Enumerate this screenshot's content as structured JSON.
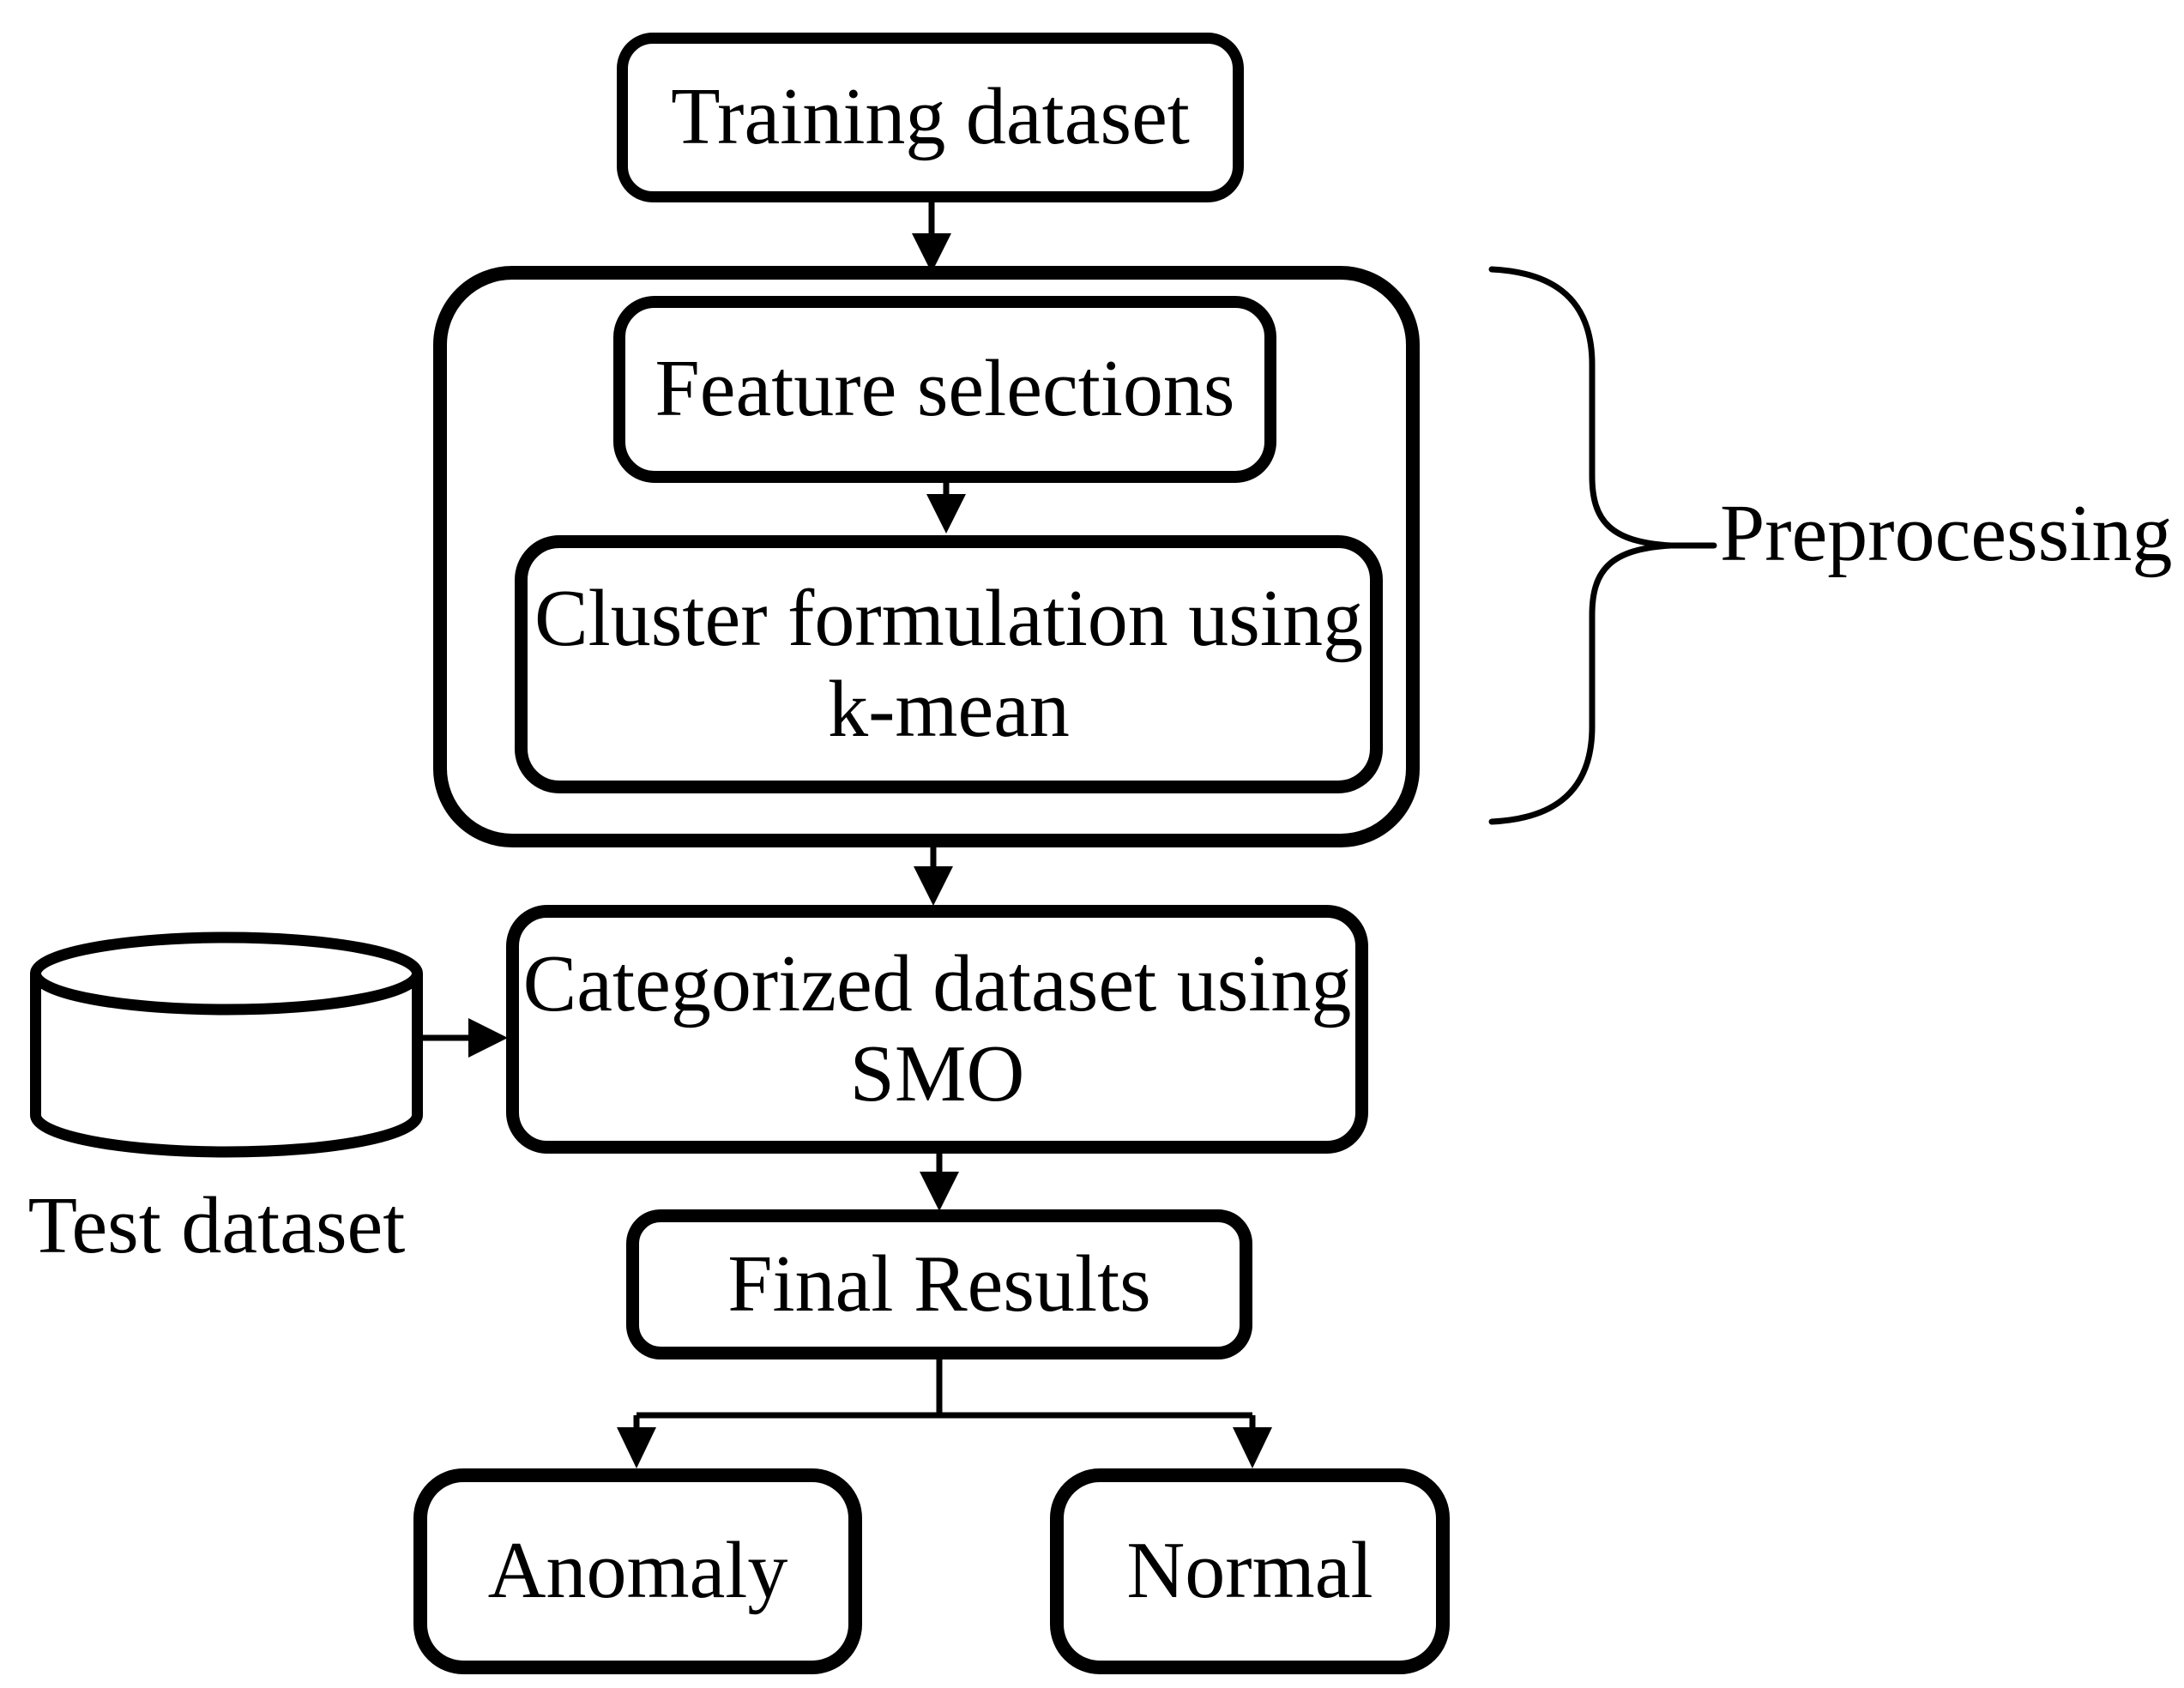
{
  "colors": {
    "background": "#ffffff",
    "ink": "#000000"
  },
  "flowchart": {
    "nodes": {
      "training": {
        "label": "Training dataset"
      },
      "feature": {
        "label": "Feature selections"
      },
      "cluster": {
        "line1": "Cluster formulation using",
        "line2": "k-mean"
      },
      "categorized": {
        "line1": "Categorized dataset using",
        "line2": "SMO"
      },
      "final": {
        "label": "Final Results"
      },
      "anomaly": {
        "label": "Anomaly"
      },
      "normal": {
        "label": "Normal"
      }
    },
    "labels": {
      "preprocessing": "Preprocessing",
      "test_dataset": "Test dataset"
    },
    "icons": {
      "database": "database-cylinder-icon",
      "brace": "curly-brace-icon",
      "arrows": "arrow-down-icon, arrow-right-icon"
    }
  }
}
